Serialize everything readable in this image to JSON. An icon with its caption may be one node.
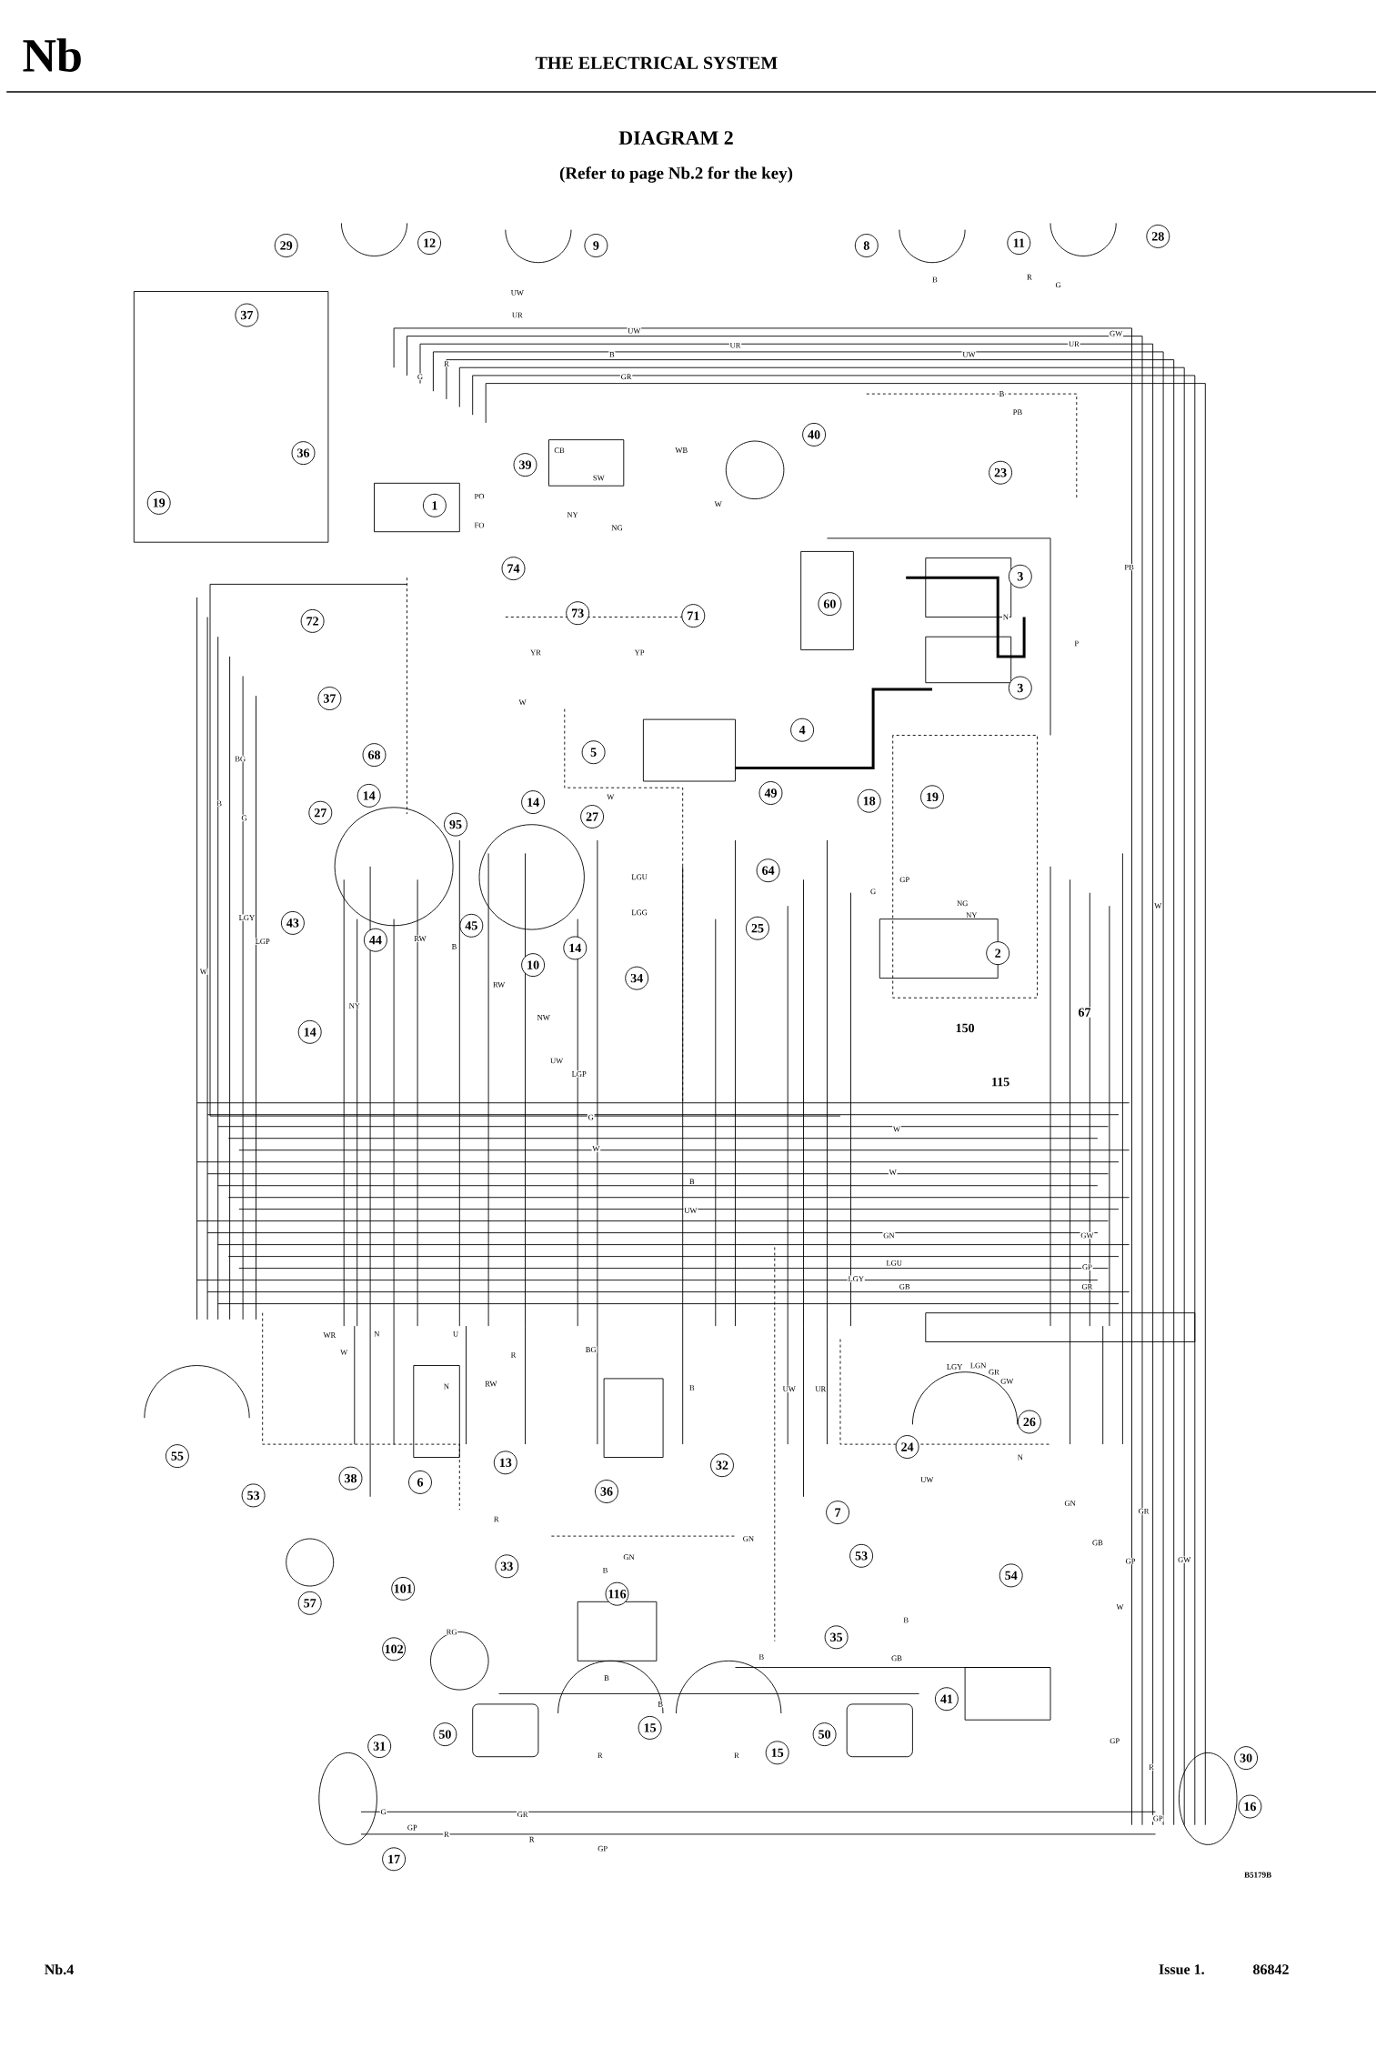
{
  "diagram": {
    "title": "DIAGRAM 2",
    "labels": [
      "Nb",
      "THE ELECTRICAL SYSTEM",
      "(Refer to page Nb.2 for the key)",
      "29",
      "12",
      "9",
      "8",
      "11",
      "28",
      "37",
      "36",
      "19",
      "39",
      "40",
      "23",
      "1",
      "74",
      "3",
      "72",
      "73",
      "71",
      "60",
      "37",
      "3",
      "4",
      "68",
      "5",
      "14",
      "14",
      "49",
      "18",
      "19",
      "27",
      "95",
      "27",
      "64",
      "43",
      "45",
      "25",
      "44",
      "14",
      "2",
      "10",
      "34",
      "67",
      "14",
      "150",
      "115",
      "26",
      "24",
      "55",
      "13",
      "32",
      "38",
      "6",
      "36",
      "53",
      "7",
      "53",
      "33",
      "54",
      "101",
      "116",
      "57",
      "35",
      "102",
      "41",
      "15",
      "50",
      "50",
      "31",
      "15",
      "30",
      "16",
      "17",
      "UW",
      "UR",
      "UW",
      "UR",
      "B",
      "R",
      "G",
      "GR",
      "UW",
      "UR",
      "GW",
      "R",
      "G",
      "B",
      "B",
      "PB",
      "CB",
      "SW",
      "WB",
      "W",
      "PO",
      "FO",
      "NY",
      "NG",
      "YR",
      "YP",
      "W",
      "N",
      "PB",
      "P",
      "BG",
      "B",
      "G",
      "W",
      "LGU",
      "LGG",
      "GP",
      "G",
      "NG",
      "NY",
      "W",
      "RW",
      "B",
      "LGY",
      "LGP",
      "W",
      "RW",
      "NY",
      "NW",
      "UW",
      "LGP",
      "G",
      "W",
      "W",
      "W",
      "B",
      "UW",
      "GN",
      "GW",
      "LGU",
      "LGY",
      "GP",
      "GB",
      "GR",
      "WR",
      "W",
      "N",
      "U",
      "R",
      "RW",
      "N",
      "BG",
      "B",
      "UW",
      "UR",
      "LGY",
      "LGN",
      "GR",
      "GW",
      "N",
      "UW",
      "R",
      "GN",
      "GN",
      "GR",
      "GB",
      "GP",
      "GW",
      "GN",
      "B",
      "W",
      "RG",
      "B",
      "B",
      "GB",
      "B",
      "B",
      "R",
      "R",
      "GP",
      "R",
      "G",
      "GR",
      "R",
      "GP",
      "R",
      "GP",
      "GP",
      "Nb.4",
      "Issue 1.",
      "86842",
      "B5179B"
    ]
  }
}
